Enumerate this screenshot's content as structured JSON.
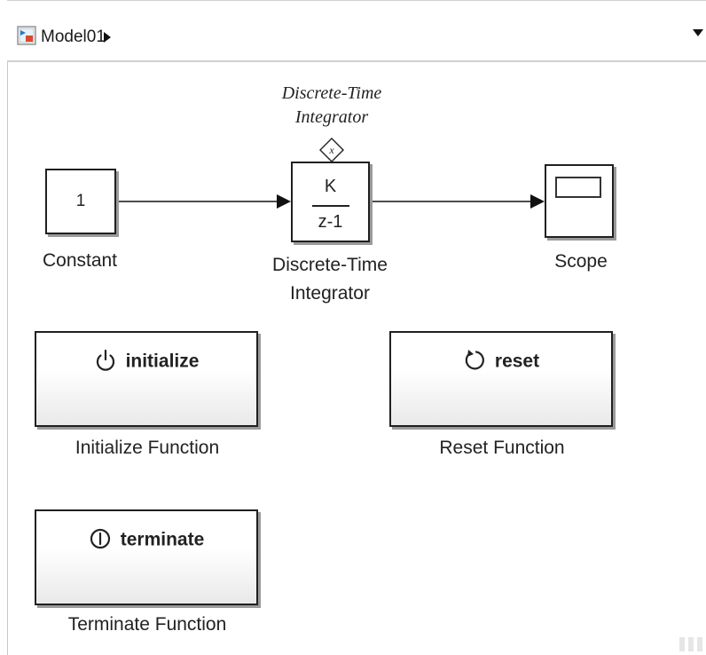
{
  "toolbar": {
    "model_name": "Model01",
    "icons": [
      "model-icon",
      "breadcrumb-arrow-icon",
      "dropdown-arrow-icon"
    ]
  },
  "blocks": {
    "constant": {
      "value": "1",
      "caption": "Constant"
    },
    "integrator": {
      "annotation_line1": "Discrete-Time",
      "annotation_line2": "Integrator",
      "numerator": "K",
      "denominator": "z-1",
      "port_symbol": "x",
      "caption_line1": "Discrete-Time",
      "caption_line2": "Integrator"
    },
    "scope": {
      "caption": "Scope"
    }
  },
  "functions": {
    "initialize": {
      "label": "initialize",
      "caption": "Initialize Function",
      "icon": "power-icon"
    },
    "reset": {
      "label": "reset",
      "caption": "Reset Function",
      "icon": "reset-icon"
    },
    "terminate": {
      "label": "terminate",
      "caption": "Terminate Function",
      "icon": "terminate-icon"
    }
  },
  "colors": {
    "block_border": "#202020",
    "block_shadow": "#9a9a9a",
    "text": "#222222"
  }
}
